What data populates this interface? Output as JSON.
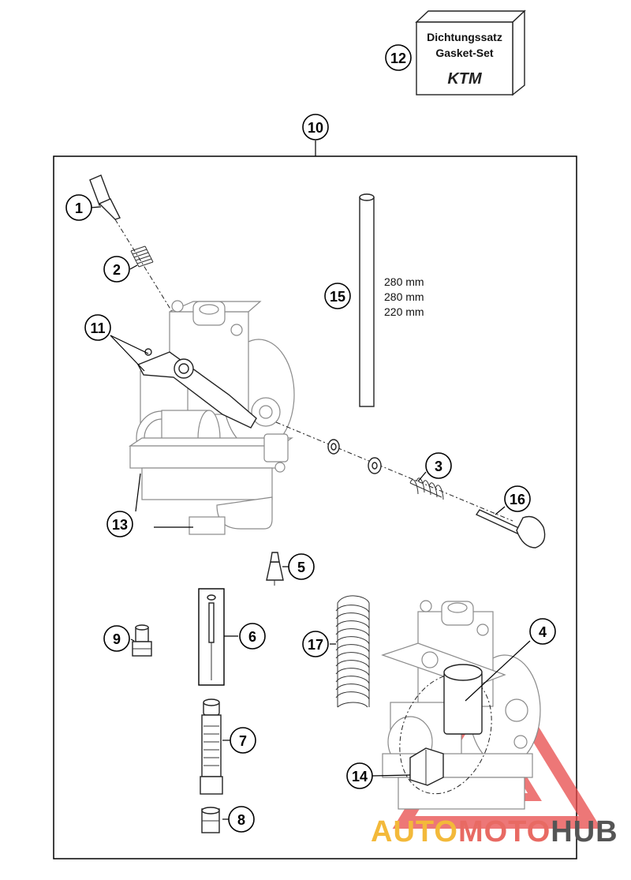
{
  "assembly_number": "10",
  "gasket_set": {
    "number": "12",
    "label_line1": "Dichtungssatz",
    "label_line2": "Gasket-Set",
    "brand": "KTM"
  },
  "hose": {
    "number": "15",
    "lengths": [
      "280 mm",
      "280 mm",
      "220 mm"
    ]
  },
  "callouts": [
    {
      "id": "1",
      "name": "callout-1"
    },
    {
      "id": "2",
      "name": "callout-2"
    },
    {
      "id": "3",
      "name": "callout-3"
    },
    {
      "id": "4",
      "name": "callout-4"
    },
    {
      "id": "5",
      "name": "callout-5"
    },
    {
      "id": "6",
      "name": "callout-6"
    },
    {
      "id": "7",
      "name": "callout-7"
    },
    {
      "id": "8",
      "name": "callout-8"
    },
    {
      "id": "9",
      "name": "callout-9"
    },
    {
      "id": "11",
      "name": "callout-11"
    },
    {
      "id": "13",
      "name": "callout-13"
    },
    {
      "id": "14",
      "name": "callout-14"
    },
    {
      "id": "16",
      "name": "callout-16"
    },
    {
      "id": "17",
      "name": "callout-17"
    }
  ],
  "watermark": {
    "part1": "AUTO",
    "part2": "MOTO",
    "part3": "HUB",
    "color1": "#f3b93a",
    "color2": "#e86a63",
    "color3": "#555555",
    "triangle_color": "#e84a4a"
  }
}
